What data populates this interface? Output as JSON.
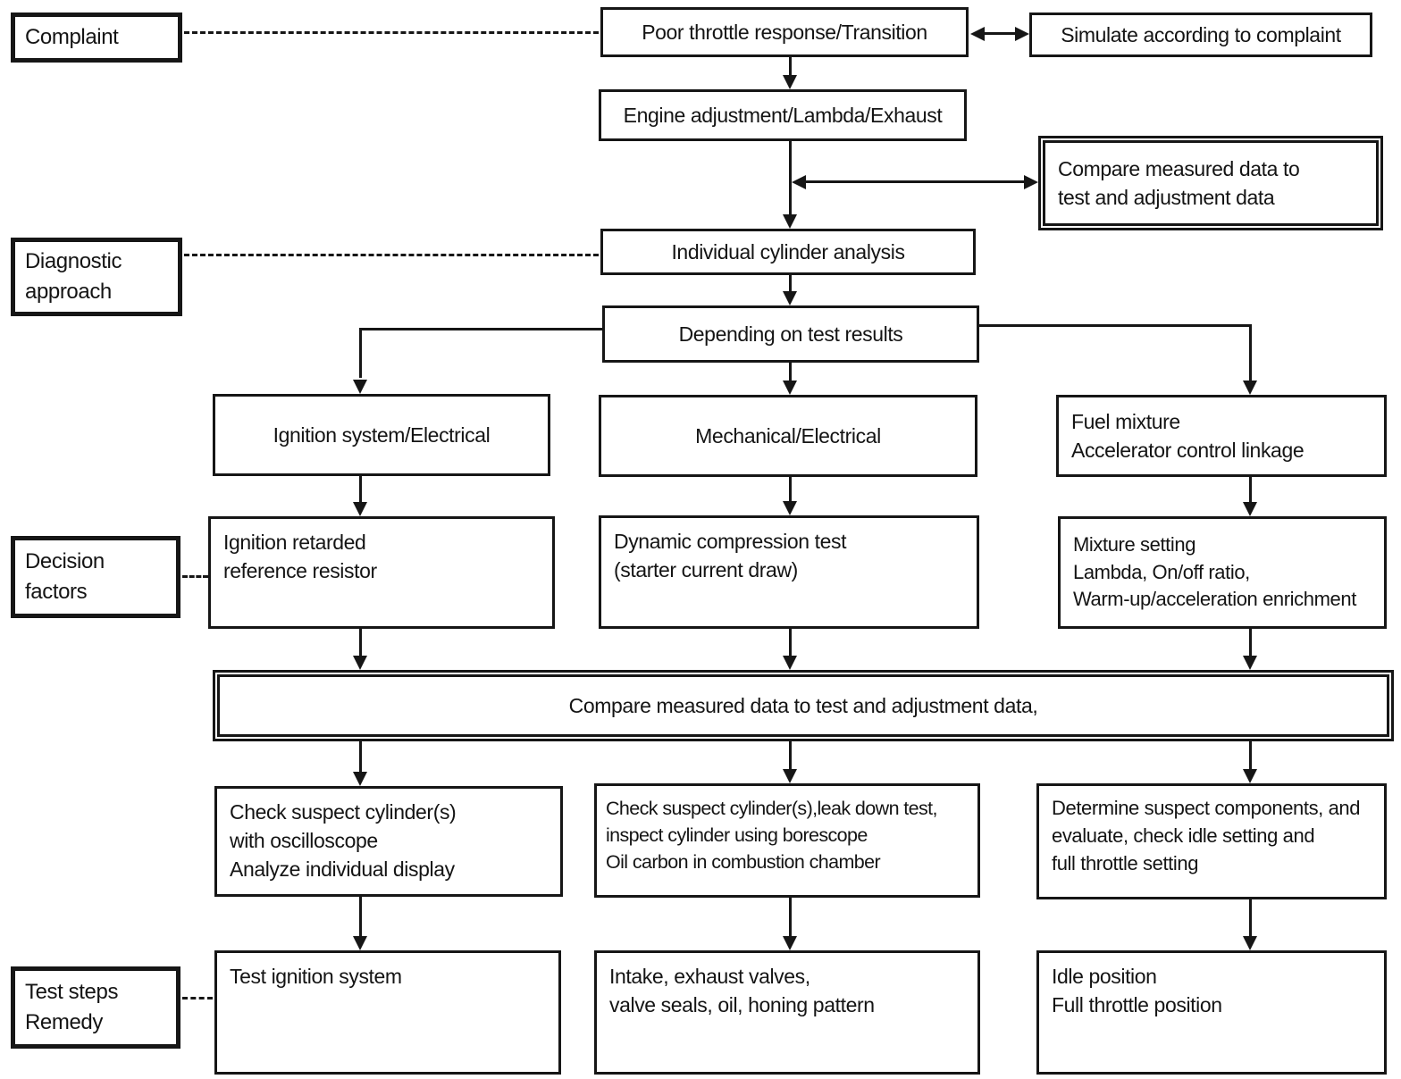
{
  "colors": {
    "ink": "#161616",
    "background": "#ffffff"
  },
  "row_labels": {
    "complaint": "Complaint",
    "diagnostic_approach": "Diagnostic\napproach",
    "decision_factors": "Decision\nfactors",
    "test_steps_remedy": "Test steps\nRemedy"
  },
  "nodes": {
    "poor_throttle": "Poor throttle response/Transition",
    "simulate": "Simulate according to complaint",
    "engine_adjustment": "Engine adjustment/Lambda/Exhaust",
    "compare_data_side": "Compare measured data to\ntest and adjustment data",
    "individual_cylinder": "Individual cylinder analysis",
    "depending_on_results": "Depending on test results",
    "ignition_system": "Ignition system/Electrical",
    "mechanical_electrical": "Mechanical/Electrical",
    "fuel_mixture": "Fuel mixture\nAccelerator control linkage",
    "ignition_retarded": "Ignition retarded\nreference resistor",
    "dynamic_compression": "Dynamic compression test\n(starter current draw)",
    "mixture_setting": "Mixture setting\nLambda, On/off ratio,\nWarm-up/acceleration enrichment",
    "compare_data_wide": "Compare measured data to test and adjustment data,",
    "check_oscilloscope": "Check suspect cylinder(s)\nwith oscilloscope\nAnalyze individual display",
    "check_leak_down": "Check suspect cylinder(s),leak down test,\ninspect cylinder using borescope\nOil carbon in combustion chamber",
    "determine_components": "Determine suspect components, and\nevaluate, check idle setting and\nfull throttle setting",
    "test_ignition": "Test ignition system",
    "intake_exhaust": "Intake, exhaust valves,\nvalve seals, oil, honing pattern",
    "idle_position": "Idle position\nFull throttle position"
  }
}
